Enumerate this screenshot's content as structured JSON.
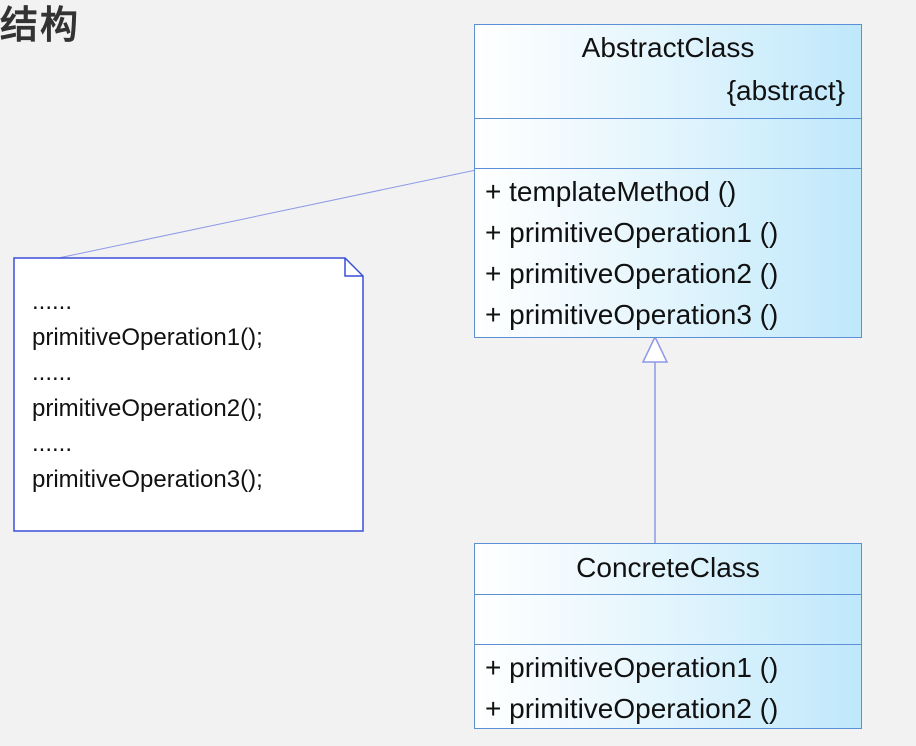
{
  "heading": "结构",
  "abstract_class": {
    "name": "AbstractClass",
    "stereotype": "{abstract}",
    "operations": [
      "+  templateMethod ()",
      "+  primitiveOperation1 ()",
      "+  primitiveOperation2 ()",
      "+  primitiveOperation3 ()"
    ]
  },
  "concrete_class": {
    "name": "ConcreteClass",
    "operations": [
      "+  primitiveOperation1 ()",
      "+  primitiveOperation2 ()"
    ]
  },
  "note": {
    "lines": [
      "......",
      "primitiveOperation1();",
      "......",
      "primitiveOperation2();",
      "......",
      "primitiveOperation3();"
    ]
  },
  "colors": {
    "class_border": "#5b8fd6",
    "class_fill_end": "#bfe8fb",
    "note_border": "#3a4fd8",
    "connector": "#8e99e6"
  }
}
